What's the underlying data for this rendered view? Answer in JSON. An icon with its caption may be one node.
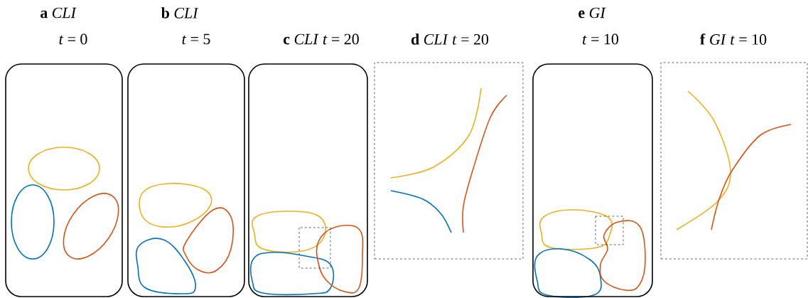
{
  "diagram": {
    "nodes": [
      {
        "text": [
          "**a** *CLI*",
          "*t* = 0"
        ]
      },
      {
        "text": [
          "**b** *CLI*",
          "*t* = 5"
        ]
      },
      {
        "text": [
          "**c** *CLI* *t* = 20"
        ]
      },
      {
        "text": [
          "**d** *CLI* *t* = 20"
        ]
      },
      {
        "text": [
          "**e** *GI*",
          "*t* = 10"
        ]
      },
      {
        "text": [
          "**f** *GI* *t* = 10"
        ]
      }
    ]
  }
}
